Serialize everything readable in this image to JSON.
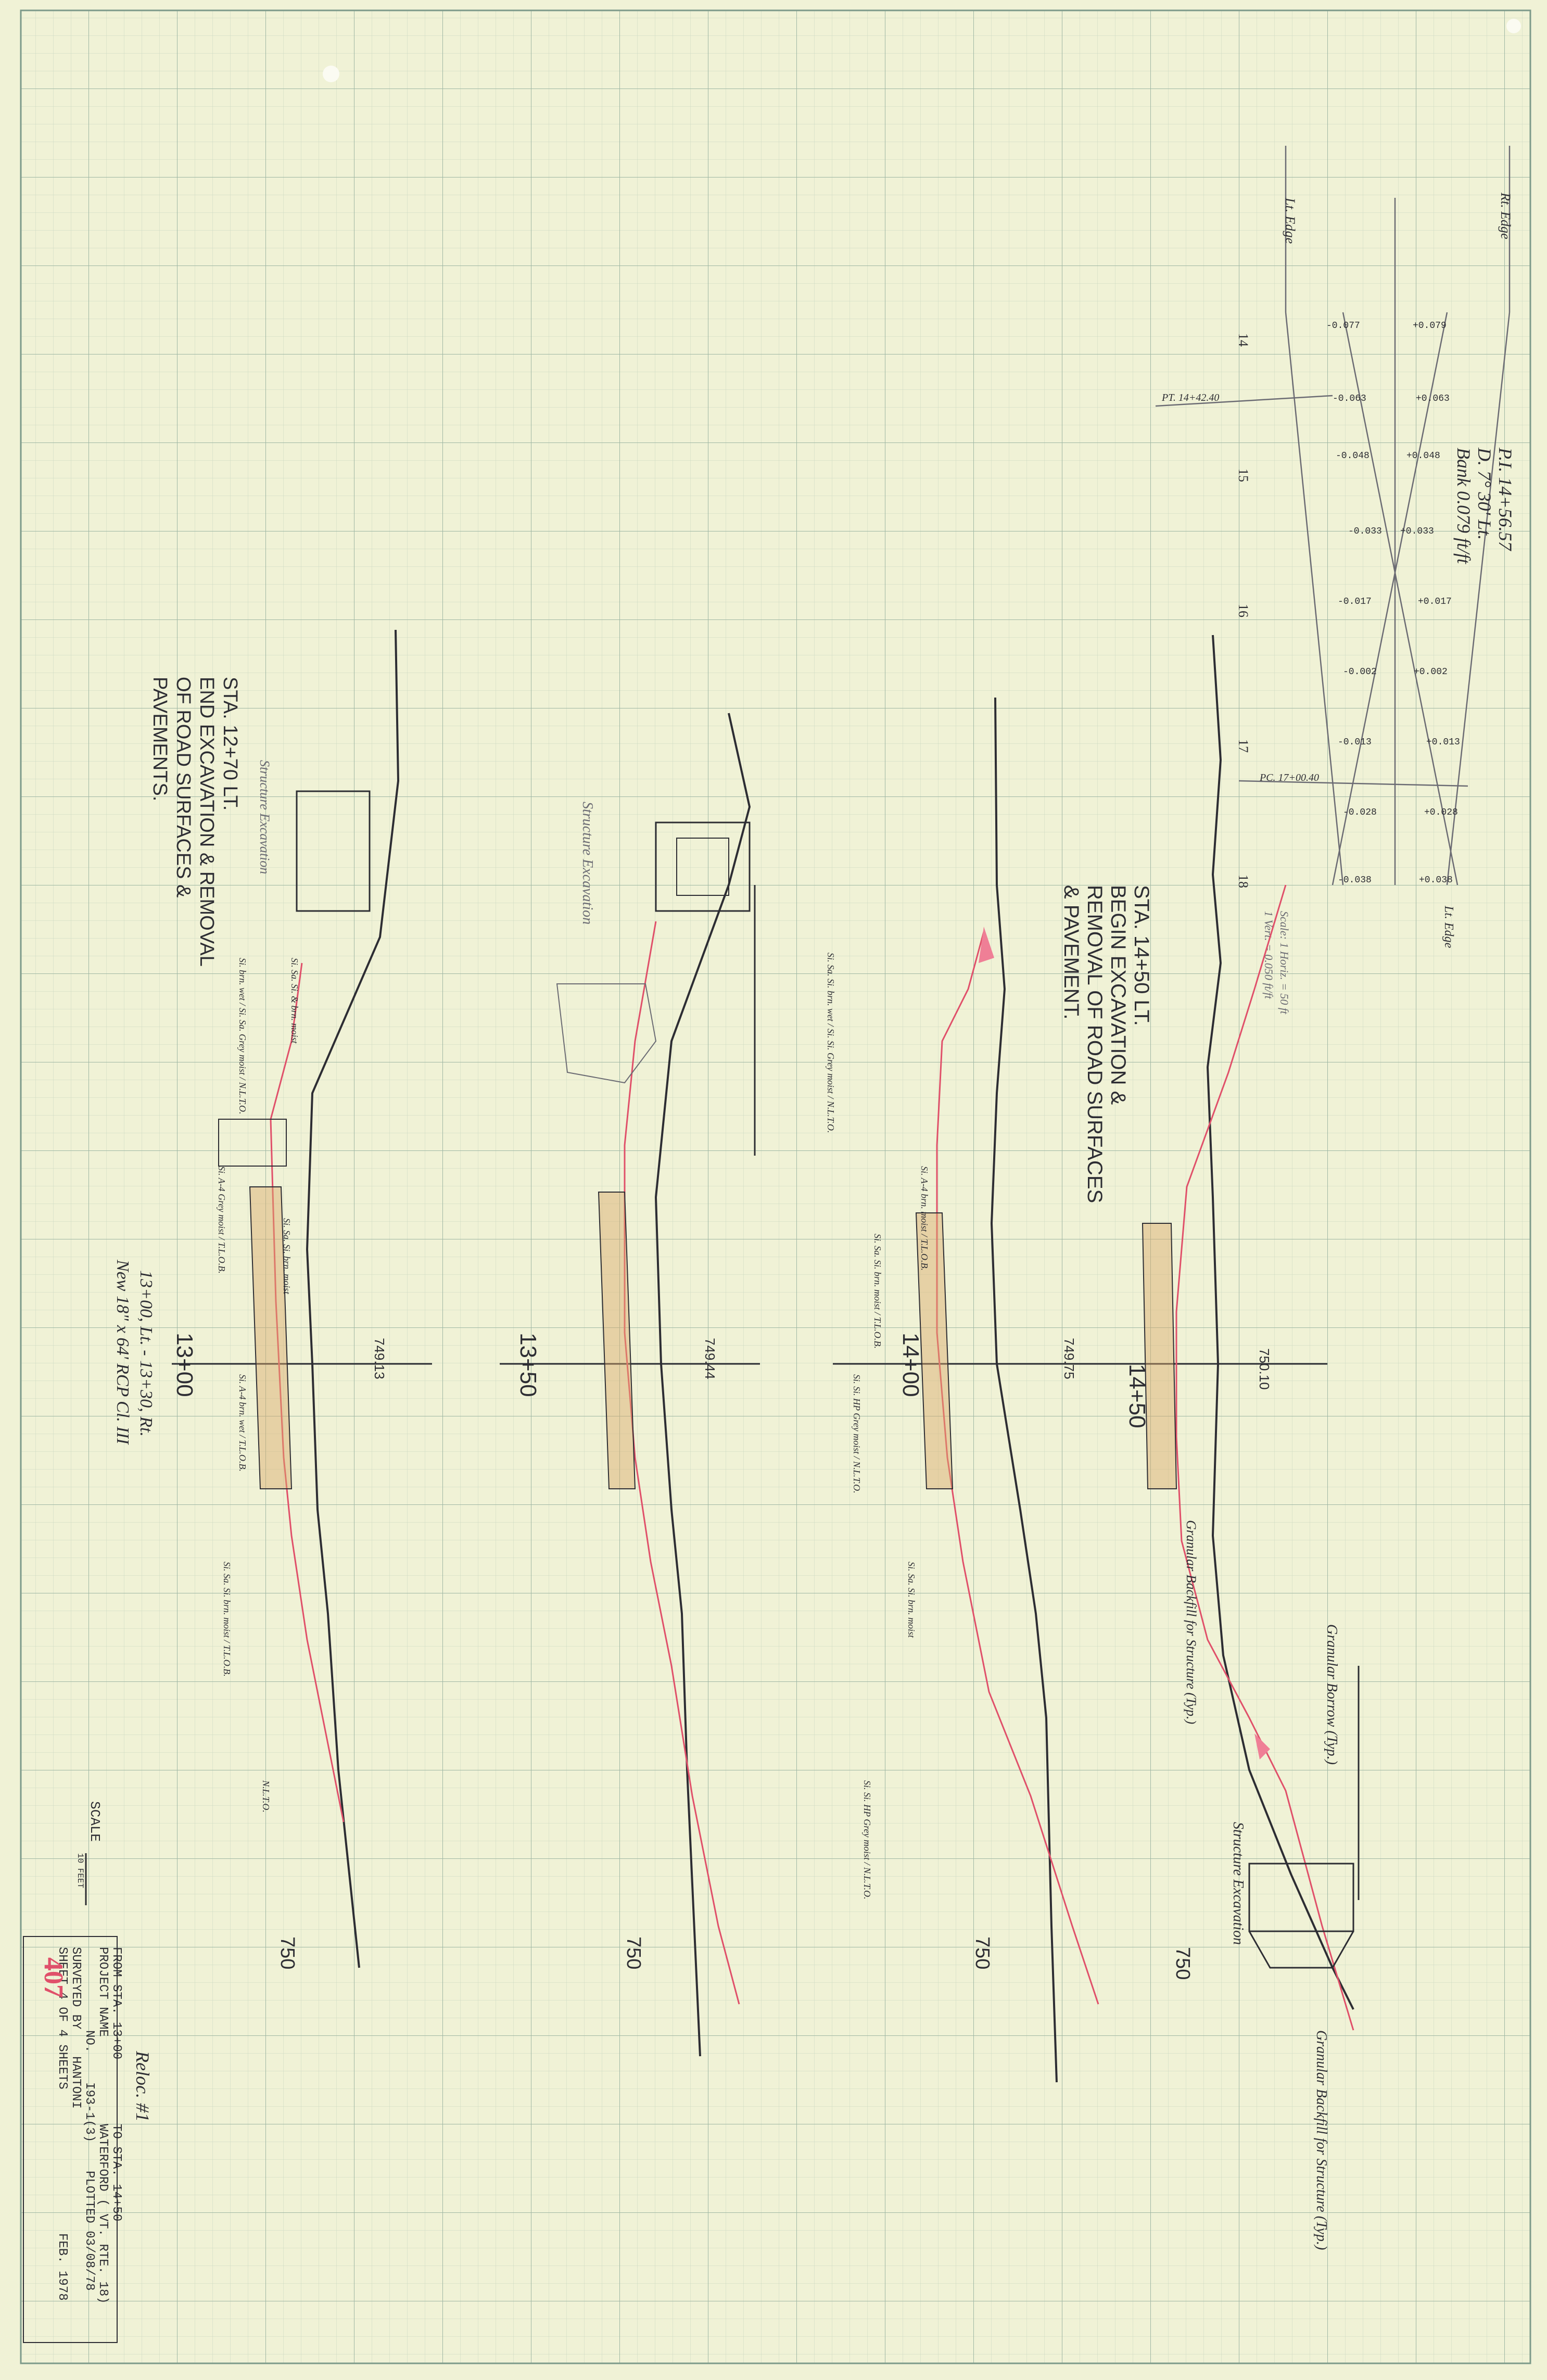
{
  "colors": {
    "paper": "#f0f2d6",
    "grid_minor": "#c9d7c0",
    "grid_major": "#9fb7a4",
    "pencil": "#2d2d33",
    "pencil_light": "#6b6b73",
    "red_pencil": "#e0506a",
    "red_fill": "#ef7f96",
    "tan_fill": "#d9a86a"
  },
  "sections": [
    {
      "station_label": "13+00",
      "elevation_label": "749.13",
      "datum_label": "750",
      "title_lines": [
        "STA. 12+70 LT.",
        "END EXCAVATION & REMOVAL",
        "OF ROAD SURFACES &",
        "PAVEMENTS."
      ],
      "pipe_label_lines": [
        "13+00, Lt. - 13+30, Rt.",
        "New 18\" x 64' RCP Cl. III"
      ],
      "structure_label": "Structure Excavation",
      "boring_notes": [
        "Si. brn. wet / Si. Sa. Grey moist / N.L.T.O.",
        "Si. Sa. Si. & brn. moist",
        "Si. A-4 Grey moist / T.L.O.B.",
        "Si. Sa. Si. brn. moist",
        "Si. A-4 brn. wet / T.L.O.B.",
        "Si. Sa. Si. brn. moist / T.L.O.B.",
        "N.L.T.O."
      ]
    },
    {
      "station_label": "13+50",
      "elevation_label": "749.44",
      "datum_label": "750",
      "structure_label": "Structure Excavation",
      "boring_notes": []
    },
    {
      "station_label": "14+00",
      "elevation_label": "749.75",
      "datum_label": "750",
      "boring_notes": [
        "Si. Sa. Si. brn. wet / Si. Si. Grey moist / N.L.T.O.",
        "Si. A-4 brn. moist / T.L.O.B.",
        "Si. Sa. Si. brn. moist / T.L.O.B.",
        "Si. Si. HP Grey moist / N.L.T.O.",
        "Si. Sa. Si. brn. moist",
        "Si. Si. HP Grey moist / N.L.T.O."
      ]
    },
    {
      "station_label": "14+50",
      "elevation_label": "750.10",
      "datum_label": "750",
      "title_lines": [
        "STA. 14+50 LT.",
        "BEGIN EXCAVATION &",
        "REMOVAL OF ROAD SURFACES",
        "& PAVEMENT."
      ],
      "structure_label": "Structure Excavation",
      "notes": [
        "Granular Borrow (Typ.)",
        "Granular Backfill for Structure (Typ.)",
        "Granular Backfill for Structure (Typ.)"
      ]
    }
  ],
  "curve": {
    "pi_line_1": "P.I. 14+56.57",
    "pi_line_2": "D. 7° 30' Lt.",
    "pi_line_3": "Bank 0.079 ft/ft",
    "rt_edge": "Rt. Edge",
    "lt_edge": "Lt. Edge",
    "lt_edge_2": "Lt. Edge",
    "pt_label": "PT. 14+42.40",
    "pc_label": "PC. 17+00.40",
    "stations": [
      "14",
      "15",
      "16",
      "17",
      "18"
    ],
    "scale_line_1": "Scale: 1 Horiz. = 50 ft",
    "scale_line_2": "1 Vert. = 0.050 ft/ft",
    "superelevation_values": [
      "-0.077",
      "+0.079",
      "-0.063",
      "+0.063",
      "-0.048",
      "+0.048",
      "-0.033",
      "+0.033",
      "-0.017",
      "+0.017",
      "-0.002",
      "+0.002",
      "-0.013",
      "+0.013",
      "-0.028",
      "+0.028",
      "-0.038",
      "+0.038"
    ]
  },
  "title_block": {
    "relocation": "Reloc. #1",
    "from": "FROM STA. 13+00",
    "to": "TO STA. 14+50",
    "project_name_label": "PROJECT NAME",
    "project_name": "WATERFORD ( VT. RTE. 18)",
    "number_label": "NO.",
    "number": "I93-1(3)",
    "surveyed_label": "SURVEYED BY",
    "surveyed": "HANTONI",
    "plotted": "PLOTTED 03/08/78",
    "date": "FEB. 1978",
    "sheet": "SHEET 4 OF 4 SHEETS",
    "page_number": "407"
  },
  "scale_bar": {
    "label": "SCALE",
    "value": "10 FEET"
  }
}
